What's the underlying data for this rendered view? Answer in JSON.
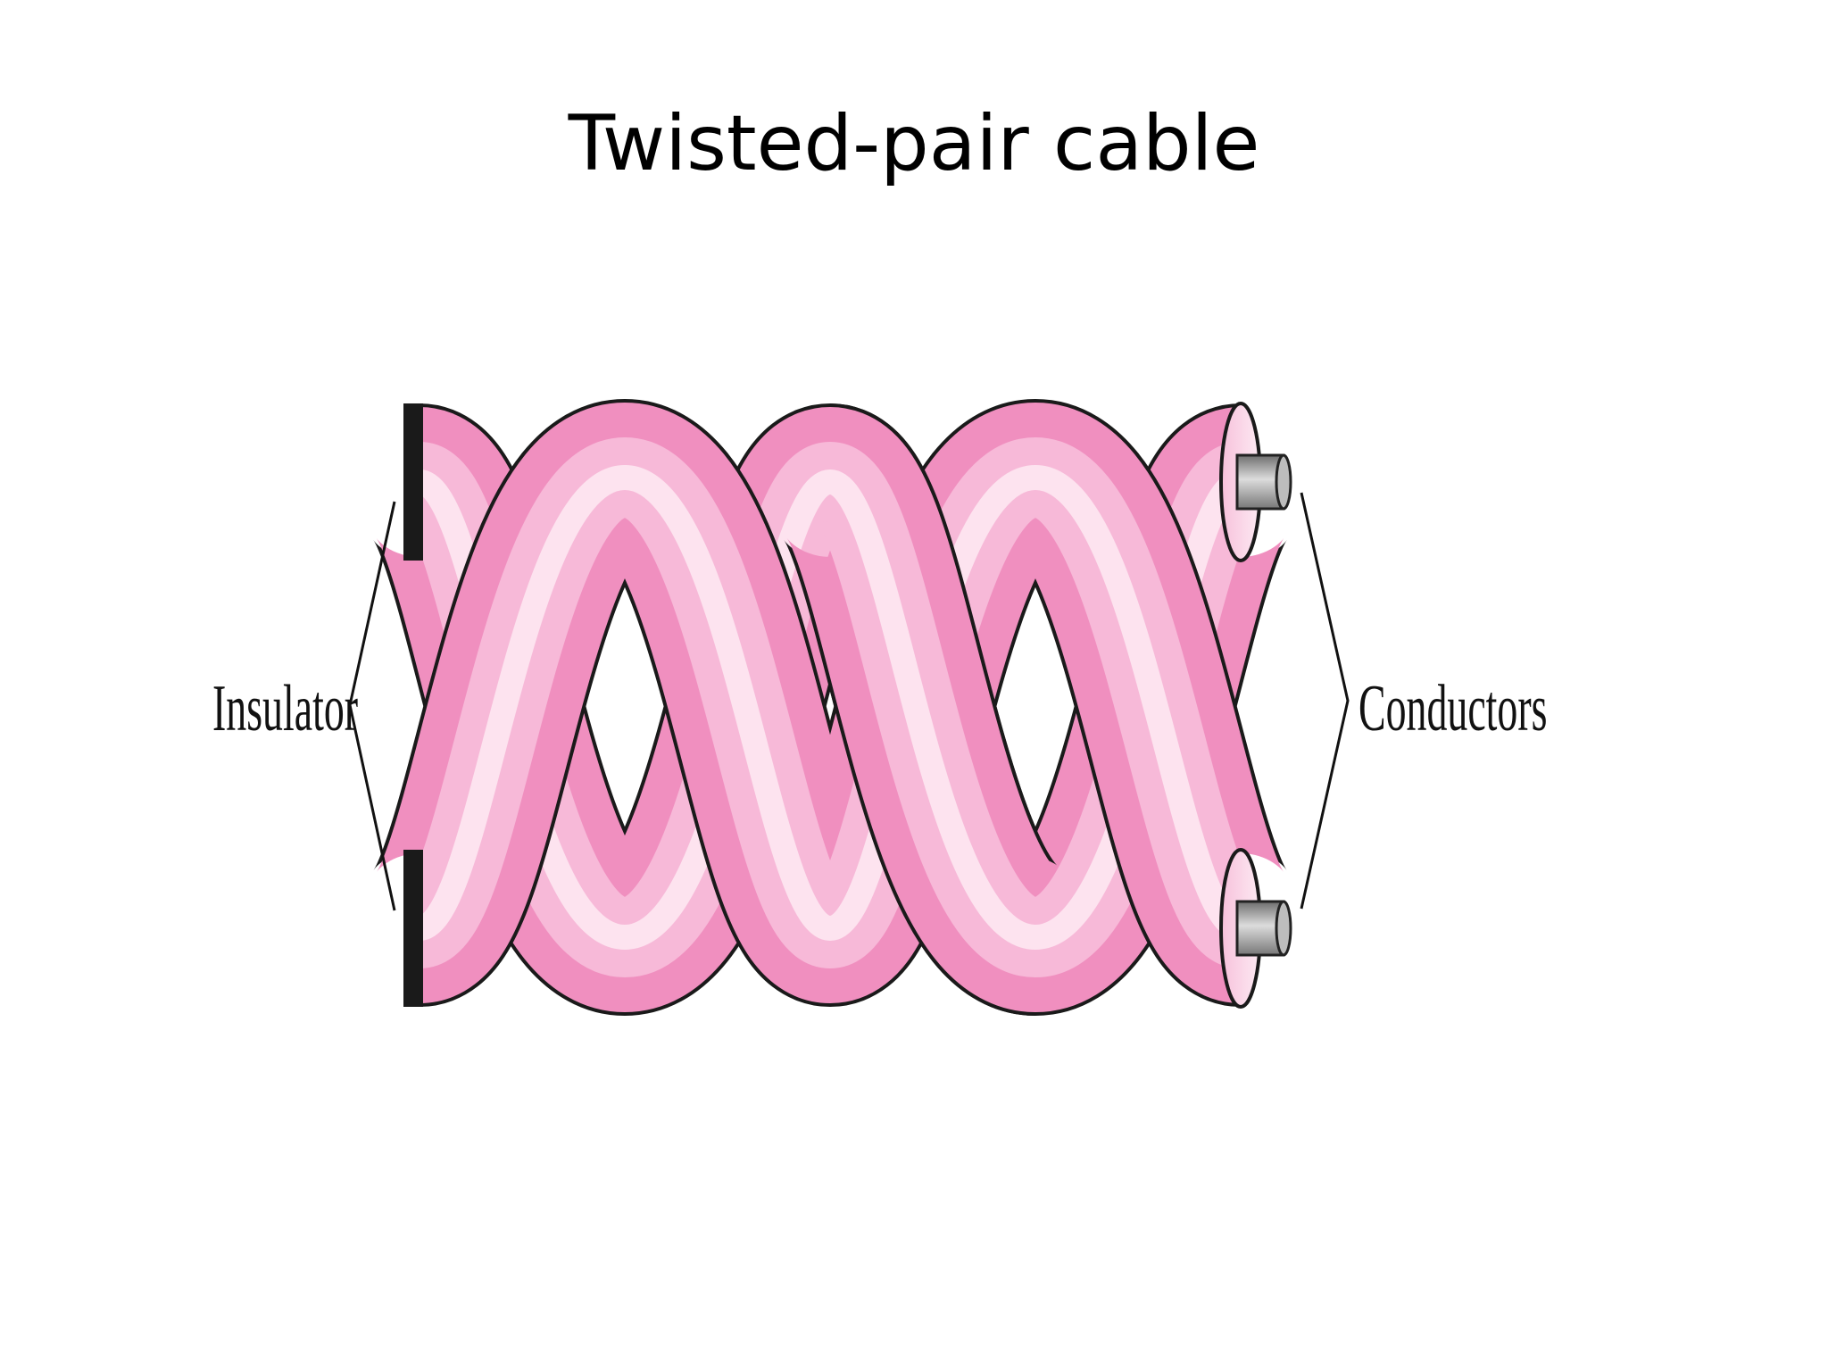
{
  "slide": {
    "title": "Twisted-pair cable"
  },
  "diagram": {
    "labels": {
      "insulator": "Insulator",
      "conductors": "Conductors"
    },
    "colors": {
      "wire_dark": "#e8559b",
      "wire_mid": "#f39cc6",
      "wire_light": "#fde3ef",
      "outline": "#1a1a1a",
      "conductor": "#8a8a8a"
    },
    "wires": [
      "wire-a",
      "wire-b"
    ],
    "conductors": [
      "conductor-top",
      "conductor-bottom"
    ]
  }
}
